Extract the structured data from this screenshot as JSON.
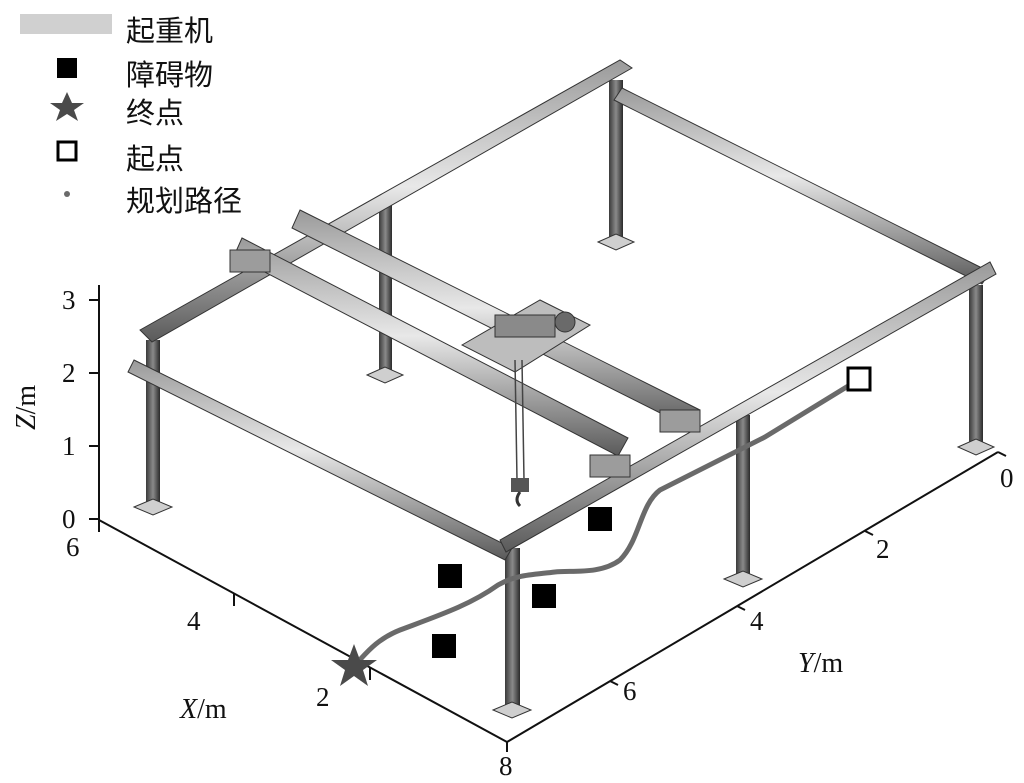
{
  "legend": {
    "items": [
      {
        "label": "起重机"
      },
      {
        "label": "障碍物"
      },
      {
        "label": "终点"
      },
      {
        "label": "起点"
      },
      {
        "label": "规划路径"
      }
    ]
  },
  "axes": {
    "z": {
      "label_var": "Z",
      "label_unit": "/m",
      "ticks": [
        "0",
        "1",
        "2",
        "3"
      ]
    },
    "x": {
      "label_var": "X",
      "label_unit": "/m",
      "ticks": [
        "2",
        "4",
        "6",
        "8"
      ]
    },
    "y": {
      "label_var": "Y",
      "label_unit": "/m",
      "ticks": [
        "0",
        "2",
        "4",
        "6"
      ]
    }
  },
  "colors": {
    "crane_gray": "#d0d0d0",
    "frame_dark": "#2a2a2a",
    "path_gray": "#6a6a6a",
    "obstacle": "#000000",
    "goal": "#4a4a4a"
  }
}
